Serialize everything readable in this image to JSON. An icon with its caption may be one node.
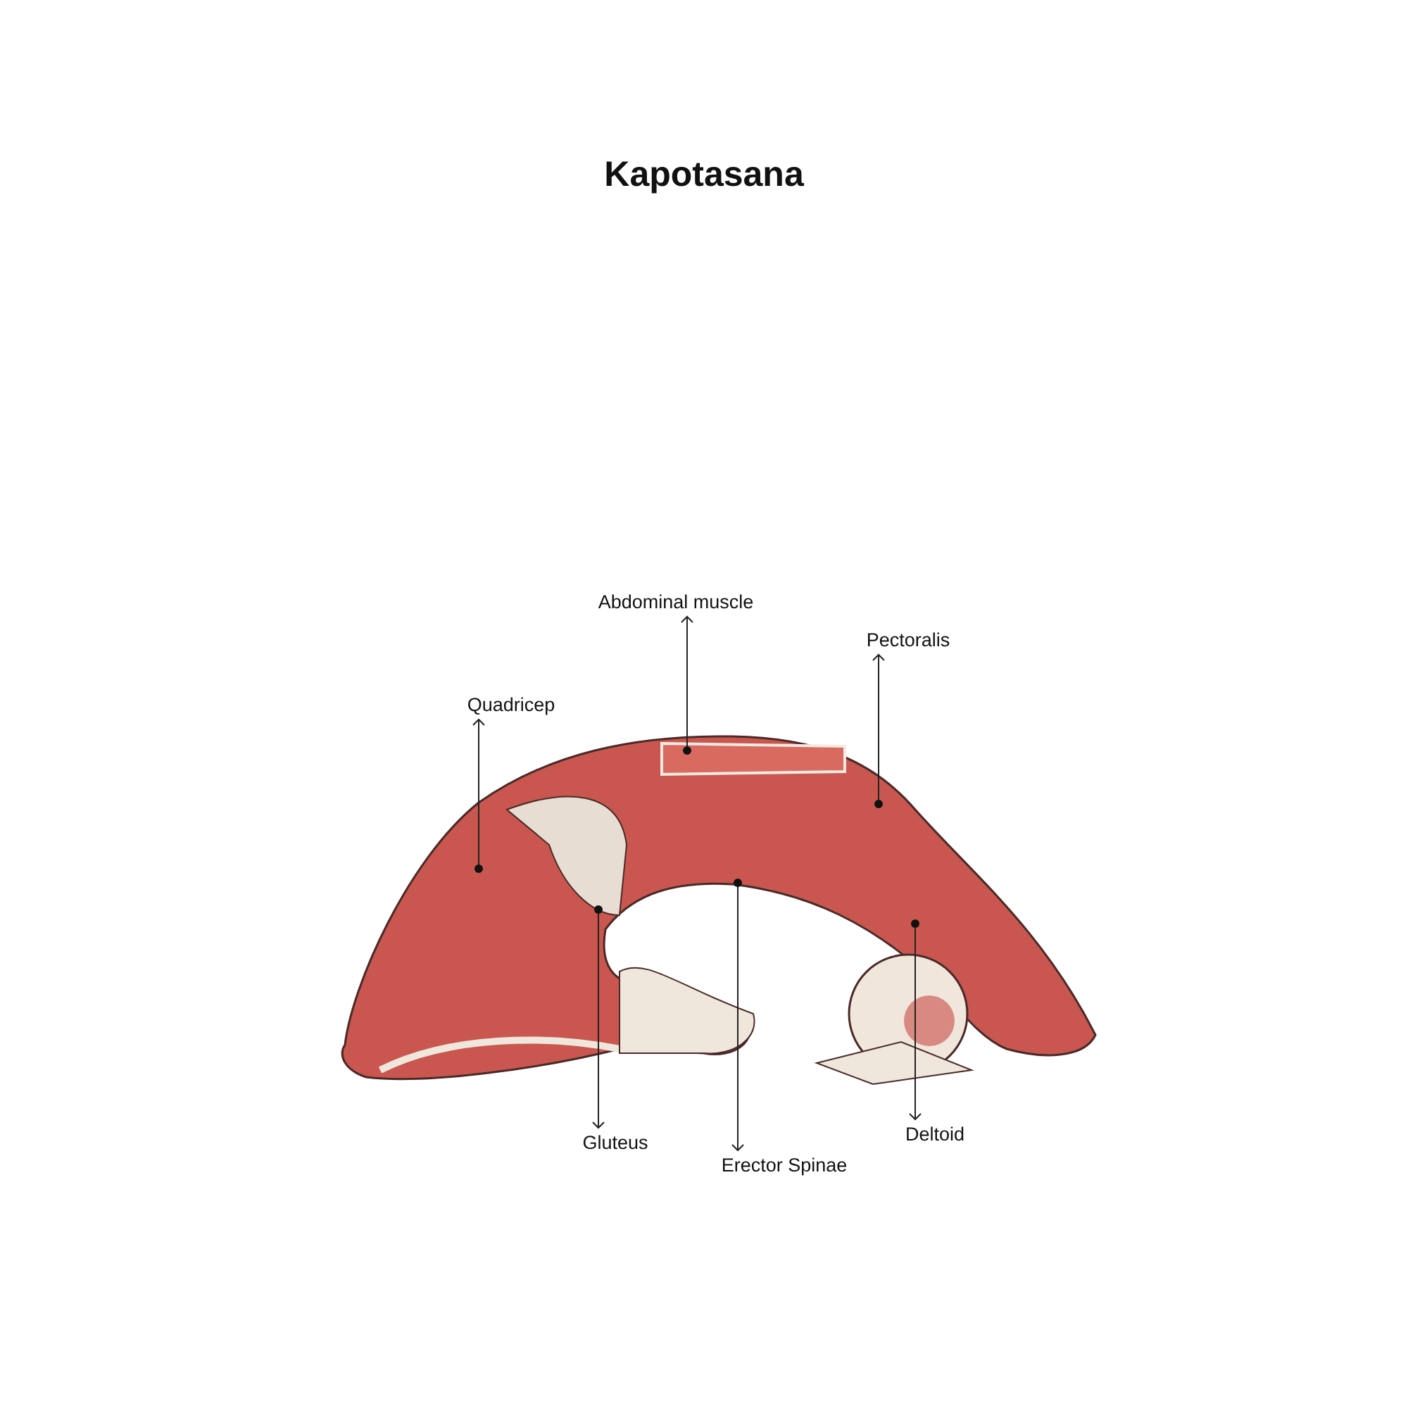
{
  "diagram": {
    "title": "Kapotasana",
    "nodes": [
      {
        "text": [
          "Abdominal muscle"
        ]
      },
      {
        "text": [
          "Pectoralis"
        ]
      },
      {
        "text": [
          "Quadricep"
        ]
      },
      {
        "text": [
          "Gluteus"
        ]
      },
      {
        "text": [
          "Erector Spinae"
        ]
      },
      {
        "text": [
          "Deltoid"
        ]
      },
      {
        "text": [],
        "shape": "picture"
      }
    ],
    "edges": [
      {
        "from": 6,
        "to": 0,
        "arrow": "to"
      },
      {
        "from": 6,
        "to": 1,
        "arrow": "to"
      },
      {
        "from": 6,
        "to": 2,
        "arrow": "to"
      },
      {
        "from": 6,
        "to": 3,
        "arrow": "to"
      },
      {
        "from": 6,
        "to": 4,
        "arrow": "to"
      },
      {
        "from": 6,
        "to": 5,
        "arrow": "to"
      }
    ]
  }
}
